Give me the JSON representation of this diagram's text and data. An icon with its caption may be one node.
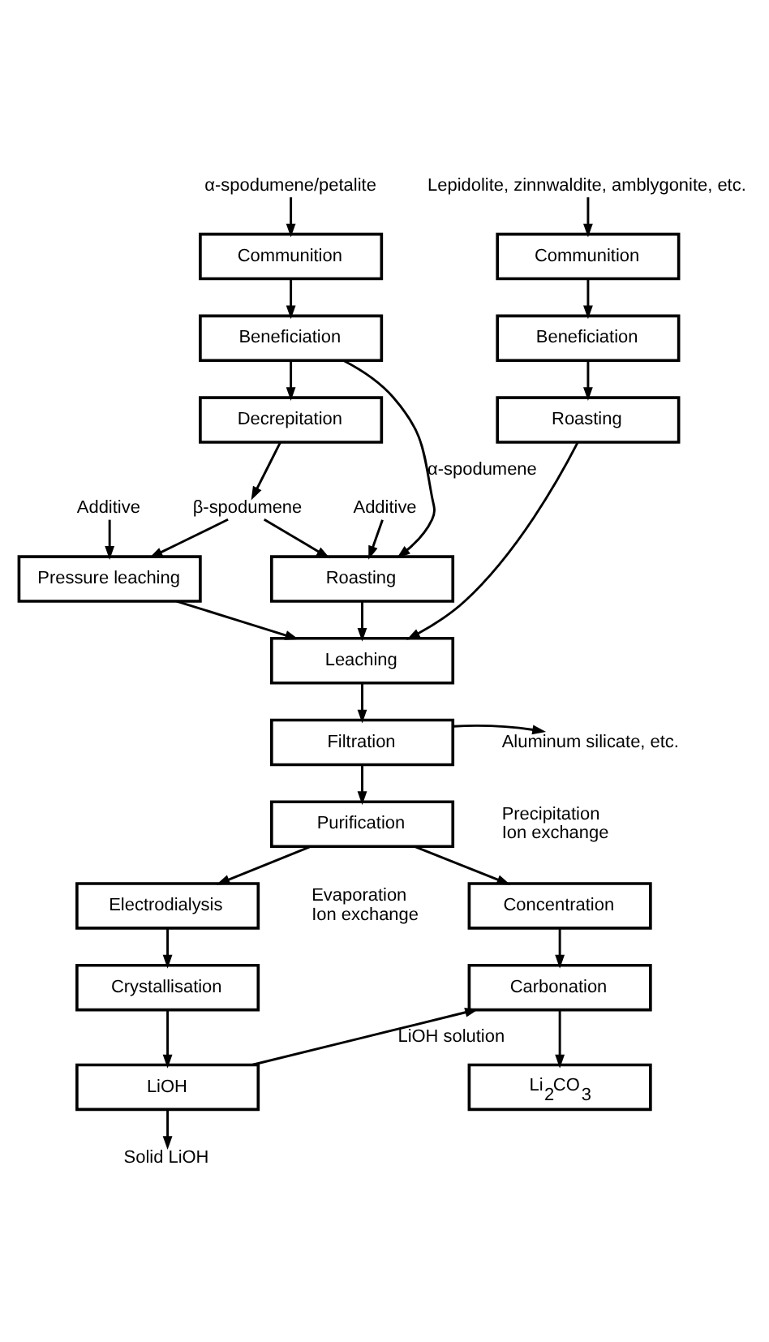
{
  "diagram": {
    "nodes": [
      {
        "text": [
          "α-spodumene/petalite"
        ]
      },
      {
        "text": [
          "Lepidolite, zinnwaldite, amblygonite, etc."
        ]
      },
      {
        "text": [
          "Communition"
        ]
      },
      {
        "text": [
          "Communition"
        ]
      },
      {
        "text": [
          "Beneficiation"
        ]
      },
      {
        "text": [
          "Beneficiation"
        ]
      },
      {
        "text": [
          "Decrepitation"
        ]
      },
      {
        "text": [
          "β-spodumene"
        ]
      },
      {
        "text": [
          "Additive"
        ]
      },
      {
        "text": [
          "Additive"
        ]
      },
      {
        "text": [
          "Roasting"
        ]
      },
      {
        "text": [
          "Pressure leaching"
        ]
      },
      {
        "text": [
          "Roasting"
        ]
      },
      {
        "text": [
          "Leaching"
        ]
      },
      {
        "text": [
          "Filtration"
        ]
      },
      {
        "text": [
          "Aluminum silicate, etc."
        ]
      },
      {
        "text": [
          "Purification"
        ],
        "beside": [
          "Precipitation Ion exchange"
        ]
      },
      {
        "text": [
          "Electrodialysis"
        ]
      },
      {
        "text": [
          "Concentration"
        ],
        "beside": [
          "Evaporation Ion exchange"
        ]
      },
      {
        "text": [
          "Crystallisation"
        ]
      },
      {
        "text": [
          "Carbonation"
        ]
      },
      {
        "text": [
          "LiOH"
        ]
      },
      {
        "text": [
          "Li$_{2}$CO$_{3}$"
        ]
      },
      {
        "text": [
          "Solid LiOH"
        ]
      }
    ],
    "edges": [
      {
        "from": 0,
        "to": 2,
        "arrow": "to"
      },
      {
        "from": 1,
        "to": 3,
        "arrow": "to"
      },
      {
        "from": 2,
        "to": 4,
        "arrow": "to"
      },
      {
        "from": 3,
        "to": 5,
        "arrow": "to"
      },
      {
        "from": 4,
        "to": 6,
        "arrow": "to"
      },
      {
        "from": 4,
        "to": 12,
        "arrow": "to",
        "label": "α-spodumene"
      },
      {
        "from": 5,
        "to": 10,
        "arrow": "to"
      },
      {
        "from": 6,
        "to": 7,
        "arrow": "to"
      },
      {
        "from": 7,
        "to": 11,
        "arrow": "to"
      },
      {
        "from": 7,
        "to": 12,
        "arrow": "to"
      },
      {
        "from": 8,
        "to": 11,
        "arrow": "to"
      },
      {
        "from": 9,
        "to": 12,
        "arrow": "to"
      },
      {
        "from": 10,
        "to": 13,
        "arrow": "to"
      },
      {
        "from": 11,
        "to": 13,
        "arrow": "to"
      },
      {
        "from": 12,
        "to": 13,
        "arrow": "to"
      },
      {
        "from": 13,
        "to": 14,
        "arrow": "to"
      },
      {
        "from": 14,
        "to": 15,
        "arrow": "to"
      },
      {
        "from": 14,
        "to": 16,
        "arrow": "to"
      },
      {
        "from": 16,
        "to": 17,
        "arrow": "to"
      },
      {
        "from": 16,
        "to": 18,
        "arrow": "to"
      },
      {
        "from": 17,
        "to": 19,
        "arrow": "to"
      },
      {
        "from": 18,
        "to": 20,
        "arrow": "to"
      },
      {
        "from": 19,
        "to": 21,
        "arrow": "to"
      },
      {
        "from": 20,
        "to": 22,
        "arrow": "to"
      },
      {
        "from": 21,
        "to": 20,
        "arrow": "to",
        "label": "LiOH solution"
      },
      {
        "from": 21,
        "to": 23,
        "arrow": "to"
      }
    ]
  }
}
